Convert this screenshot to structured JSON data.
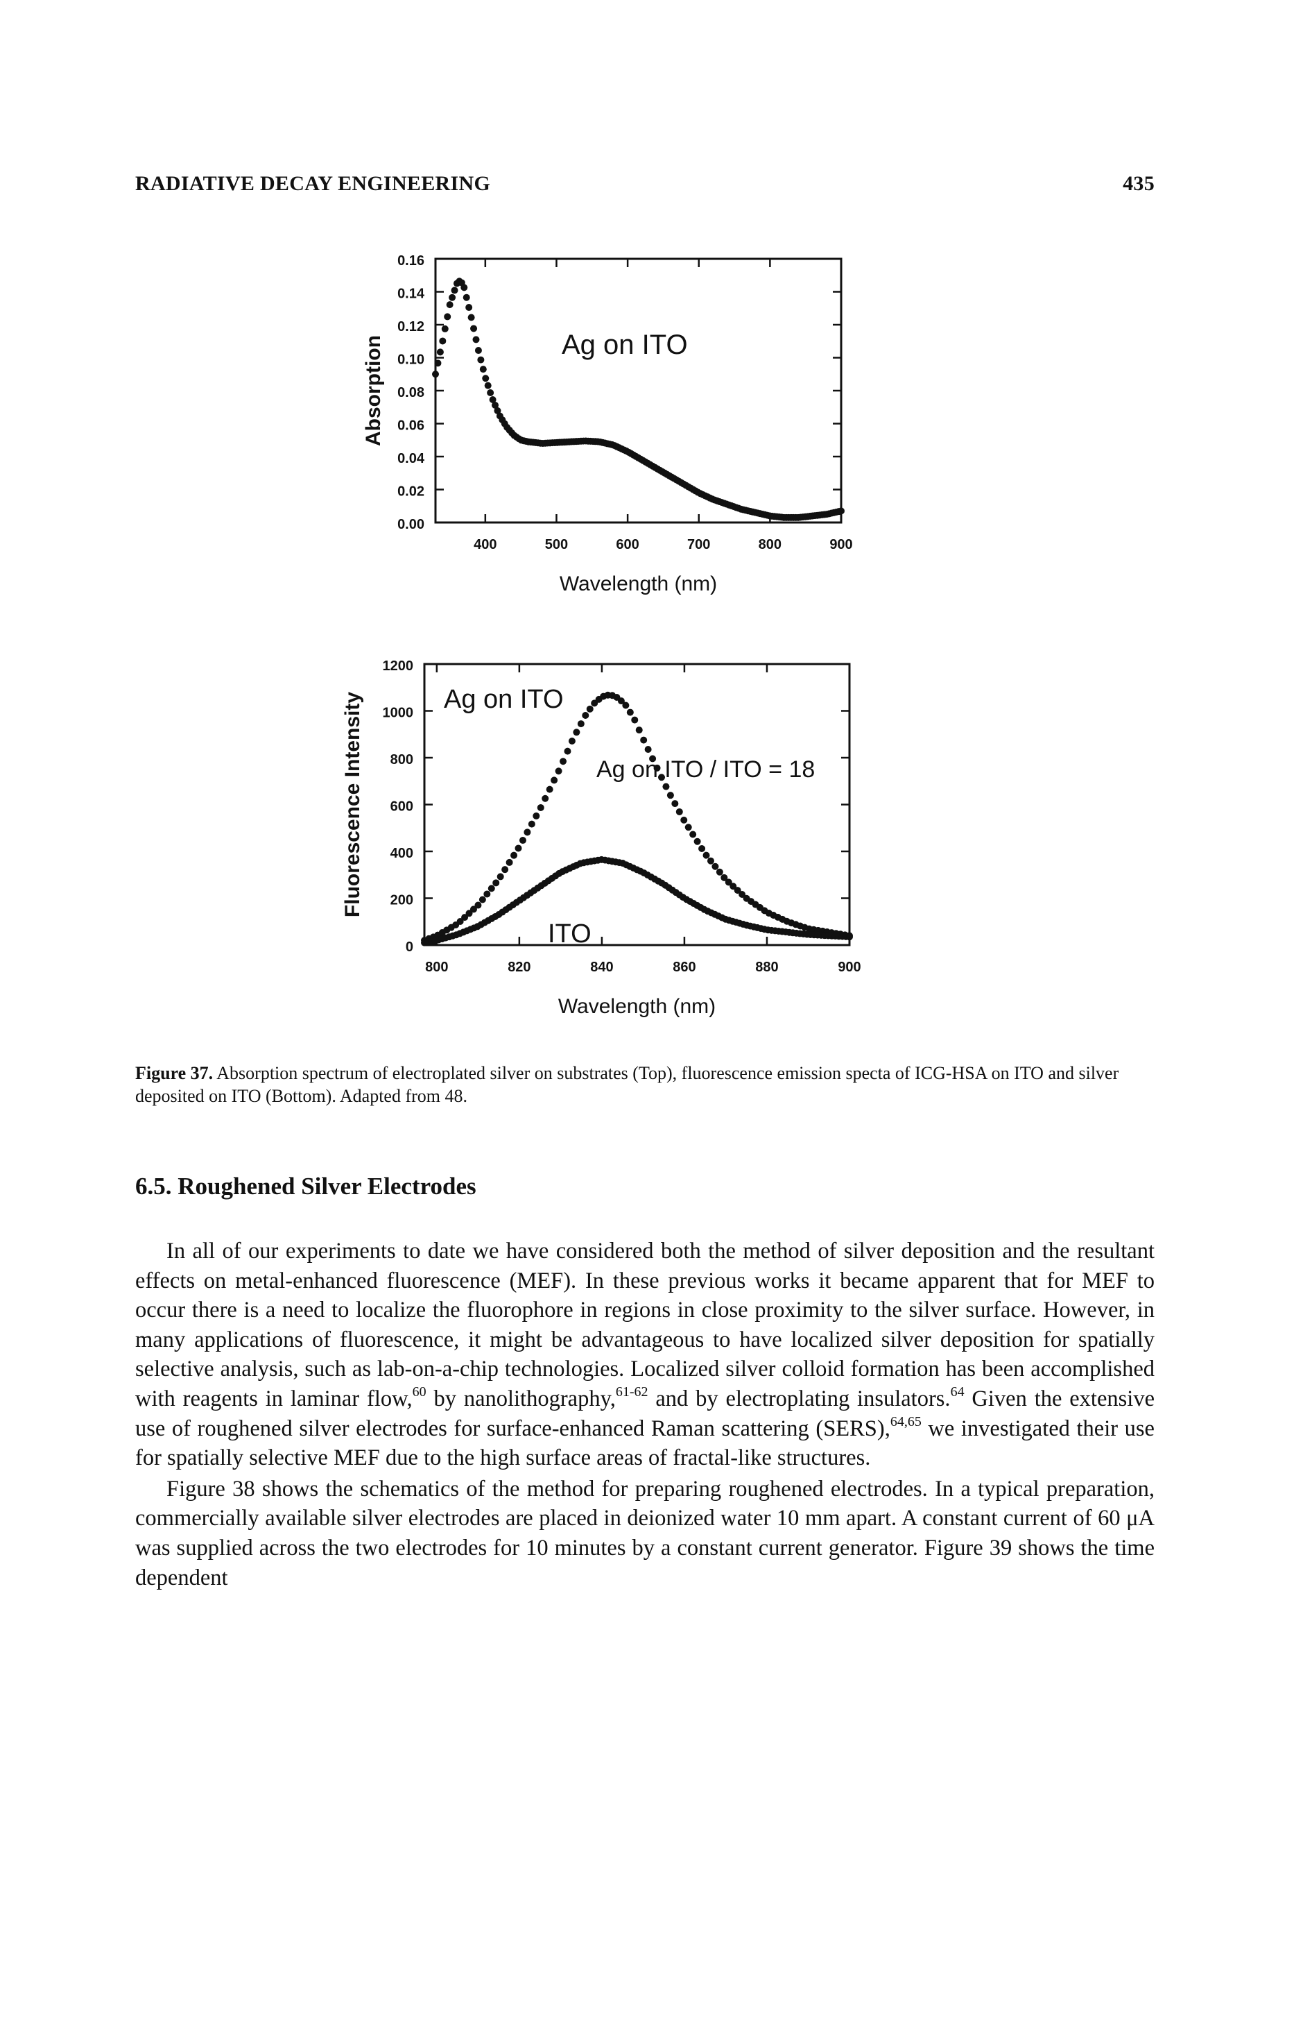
{
  "running_head": {
    "title": "RADIATIVE DECAY ENGINEERING",
    "page_number": "435"
  },
  "chart_data": [
    {
      "type": "line",
      "title": "",
      "panel_label": "Ag on ITO",
      "xlabel": "Wavelength (nm)",
      "ylabel": "Absorption",
      "xlim": [
        330,
        900
      ],
      "ylim": [
        0.0,
        0.16
      ],
      "x_ticks": [
        "400",
        "500",
        "600",
        "700",
        "800",
        "900"
      ],
      "y_ticks": [
        "0.00",
        "0.02",
        "0.04",
        "0.06",
        "0.08",
        "0.10",
        "0.12",
        "0.14",
        "0.16"
      ],
      "series": [
        {
          "x": [
            330,
            340,
            350,
            360,
            365,
            370,
            380,
            390,
            400,
            410,
            420,
            430,
            440,
            450,
            460,
            480,
            500,
            520,
            540,
            560,
            580,
            600,
            620,
            640,
            660,
            680,
            700,
            720,
            740,
            760,
            780,
            800,
            820,
            840,
            860,
            880,
            900
          ],
          "values": [
            0.09,
            0.11,
            0.132,
            0.145,
            0.147,
            0.143,
            0.125,
            0.105,
            0.088,
            0.075,
            0.065,
            0.058,
            0.053,
            0.05,
            0.049,
            0.048,
            0.0485,
            0.049,
            0.0495,
            0.049,
            0.047,
            0.043,
            0.038,
            0.033,
            0.028,
            0.023,
            0.018,
            0.014,
            0.011,
            0.008,
            0.006,
            0.004,
            0.003,
            0.003,
            0.004,
            0.005,
            0.007
          ]
        }
      ]
    },
    {
      "type": "line",
      "title": "",
      "annotations": [
        "Ag on ITO",
        "Ag on ITO / ITO = 18",
        "ITO"
      ],
      "xlabel": "Wavelength (nm)",
      "ylabel": "Fluorescence Intensity",
      "xlim": [
        797,
        900
      ],
      "ylim": [
        0,
        1200
      ],
      "x_ticks": [
        "800",
        "820",
        "840",
        "860",
        "880",
        "900"
      ],
      "y_ticks": [
        "0",
        "200",
        "400",
        "600",
        "800",
        "1000",
        "1200"
      ],
      "series": [
        {
          "name": "Ag on ITO",
          "x": [
            797,
            800,
            805,
            810,
            815,
            820,
            825,
            830,
            833,
            836,
            838,
            840,
            842,
            844,
            846,
            848,
            850,
            853,
            856,
            860,
            865,
            870,
            875,
            880,
            885,
            890,
            895,
            900
          ],
          "values": [
            20,
            40,
            90,
            170,
            280,
            420,
            580,
            760,
            880,
            980,
            1030,
            1060,
            1070,
            1055,
            1020,
            960,
            880,
            770,
            660,
            530,
            390,
            280,
            200,
            140,
            100,
            70,
            55,
            40
          ]
        },
        {
          "name": "ITO",
          "x": [
            797,
            800,
            805,
            810,
            815,
            820,
            825,
            830,
            835,
            840,
            845,
            850,
            855,
            860,
            865,
            870,
            875,
            880,
            885,
            890,
            895,
            900
          ],
          "values": [
            10,
            20,
            45,
            80,
            130,
            190,
            250,
            310,
            350,
            365,
            350,
            310,
            260,
            200,
            150,
            110,
            85,
            65,
            55,
            45,
            40,
            35
          ]
        }
      ]
    }
  ],
  "figure_caption": {
    "label": "Figure 37.",
    "text": "Absorption spectrum of electroplated silver on substrates (Top), fluorescence emission specta of ICG-HSA on ITO and silver deposited on ITO (Bottom). Adapted from 48."
  },
  "section": {
    "heading": "6.5. Roughened Silver Electrodes"
  },
  "paragraph1": {
    "a": "In all of our experiments to date we have considered both the method of silver deposition and the resultant effects on metal-enhanced fluorescence (MEF). In these previous works it became apparent that for MEF to occur there is a need to localize the fluorophore in regions in close proximity to the silver surface. However, in many applications of fluorescence, it might be advantageous to have localized silver deposition for spatially selective analysis, such as lab-on-a-chip technologies. Localized silver colloid formation has been accomplished with reagents in laminar flow,",
    "ref1": "60",
    "b": " by nanolithography,",
    "ref2": "61-62",
    "c": " and by electroplating insulators.",
    "ref3": "64",
    "d": " Given the extensive use of roughened silver electrodes for surface-enhanced Raman scattering (SERS),",
    "ref4": "64,65",
    "e": " we investigated their use for spatially selective MEF due to the high surface areas of fractal-like structures."
  },
  "paragraph2": {
    "text": "Figure 38 shows the schematics of the method for preparing roughened electrodes. In a typical preparation, commercially available silver electrodes are placed in deionized water 10 mm apart. A constant current of 60 μA was supplied across the two electrodes for 10 minutes by a constant current generator. Figure 39 shows the time dependent"
  }
}
